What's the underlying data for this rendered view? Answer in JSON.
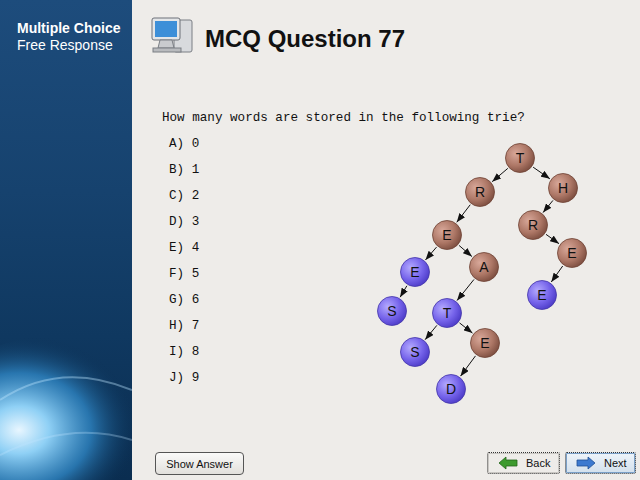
{
  "diagram": {
    "title": "MCQ Question 77",
    "nodes": [
      {
        "text": [
          "T"
        ]
      },
      {
        "text": [
          "R"
        ]
      },
      {
        "text": [
          "H"
        ]
      },
      {
        "text": [
          "E"
        ]
      },
      {
        "text": [
          "R"
        ]
      },
      {
        "text": [
          "E"
        ]
      },
      {
        "text": [
          "A"
        ]
      },
      {
        "text": [
          "E"
        ]
      },
      {
        "text": [
          "S"
        ]
      },
      {
        "text": [
          "T"
        ]
      },
      {
        "text": [
          "E"
        ]
      },
      {
        "text": [
          "S"
        ]
      },
      {
        "text": [
          "E"
        ]
      },
      {
        "text": [
          "D"
        ]
      },
      {
        "text": [
          "Show Answer"
        ]
      },
      {
        "text": [
          "Back"
        ]
      },
      {
        "text": [
          "Next"
        ]
      }
    ],
    "edges": [
      {
        "from": 0,
        "to": 1,
        "arrow": "to"
      },
      {
        "from": 0,
        "to": 2,
        "arrow": "to"
      },
      {
        "from": 1,
        "to": 3,
        "arrow": "to"
      },
      {
        "from": 2,
        "to": 4,
        "arrow": "to"
      },
      {
        "from": 3,
        "to": 5,
        "arrow": "to"
      },
      {
        "from": 3,
        "to": 6,
        "arrow": "to"
      },
      {
        "from": 4,
        "to": 7,
        "arrow": "to"
      },
      {
        "from": 5,
        "to": 8,
        "arrow": "to"
      },
      {
        "from": 6,
        "to": 9,
        "arrow": "to"
      },
      {
        "from": 7,
        "to": 10,
        "arrow": "to"
      },
      {
        "from": 9,
        "to": 11,
        "arrow": "to"
      },
      {
        "from": 9,
        "to": 12,
        "arrow": "to"
      },
      {
        "from": 12,
        "to": 13,
        "arrow": "to"
      }
    ],
    "labels": [
      "Multiple Choice",
      "Free Response",
      "How many words are stored in the following trie?",
      "A) 0",
      "B) 1",
      "C) 2",
      "D) 3",
      "E) 4",
      "F) 5",
      "G) 6",
      "H) 7",
      "I) 8",
      "J) 9"
    ]
  }
}
